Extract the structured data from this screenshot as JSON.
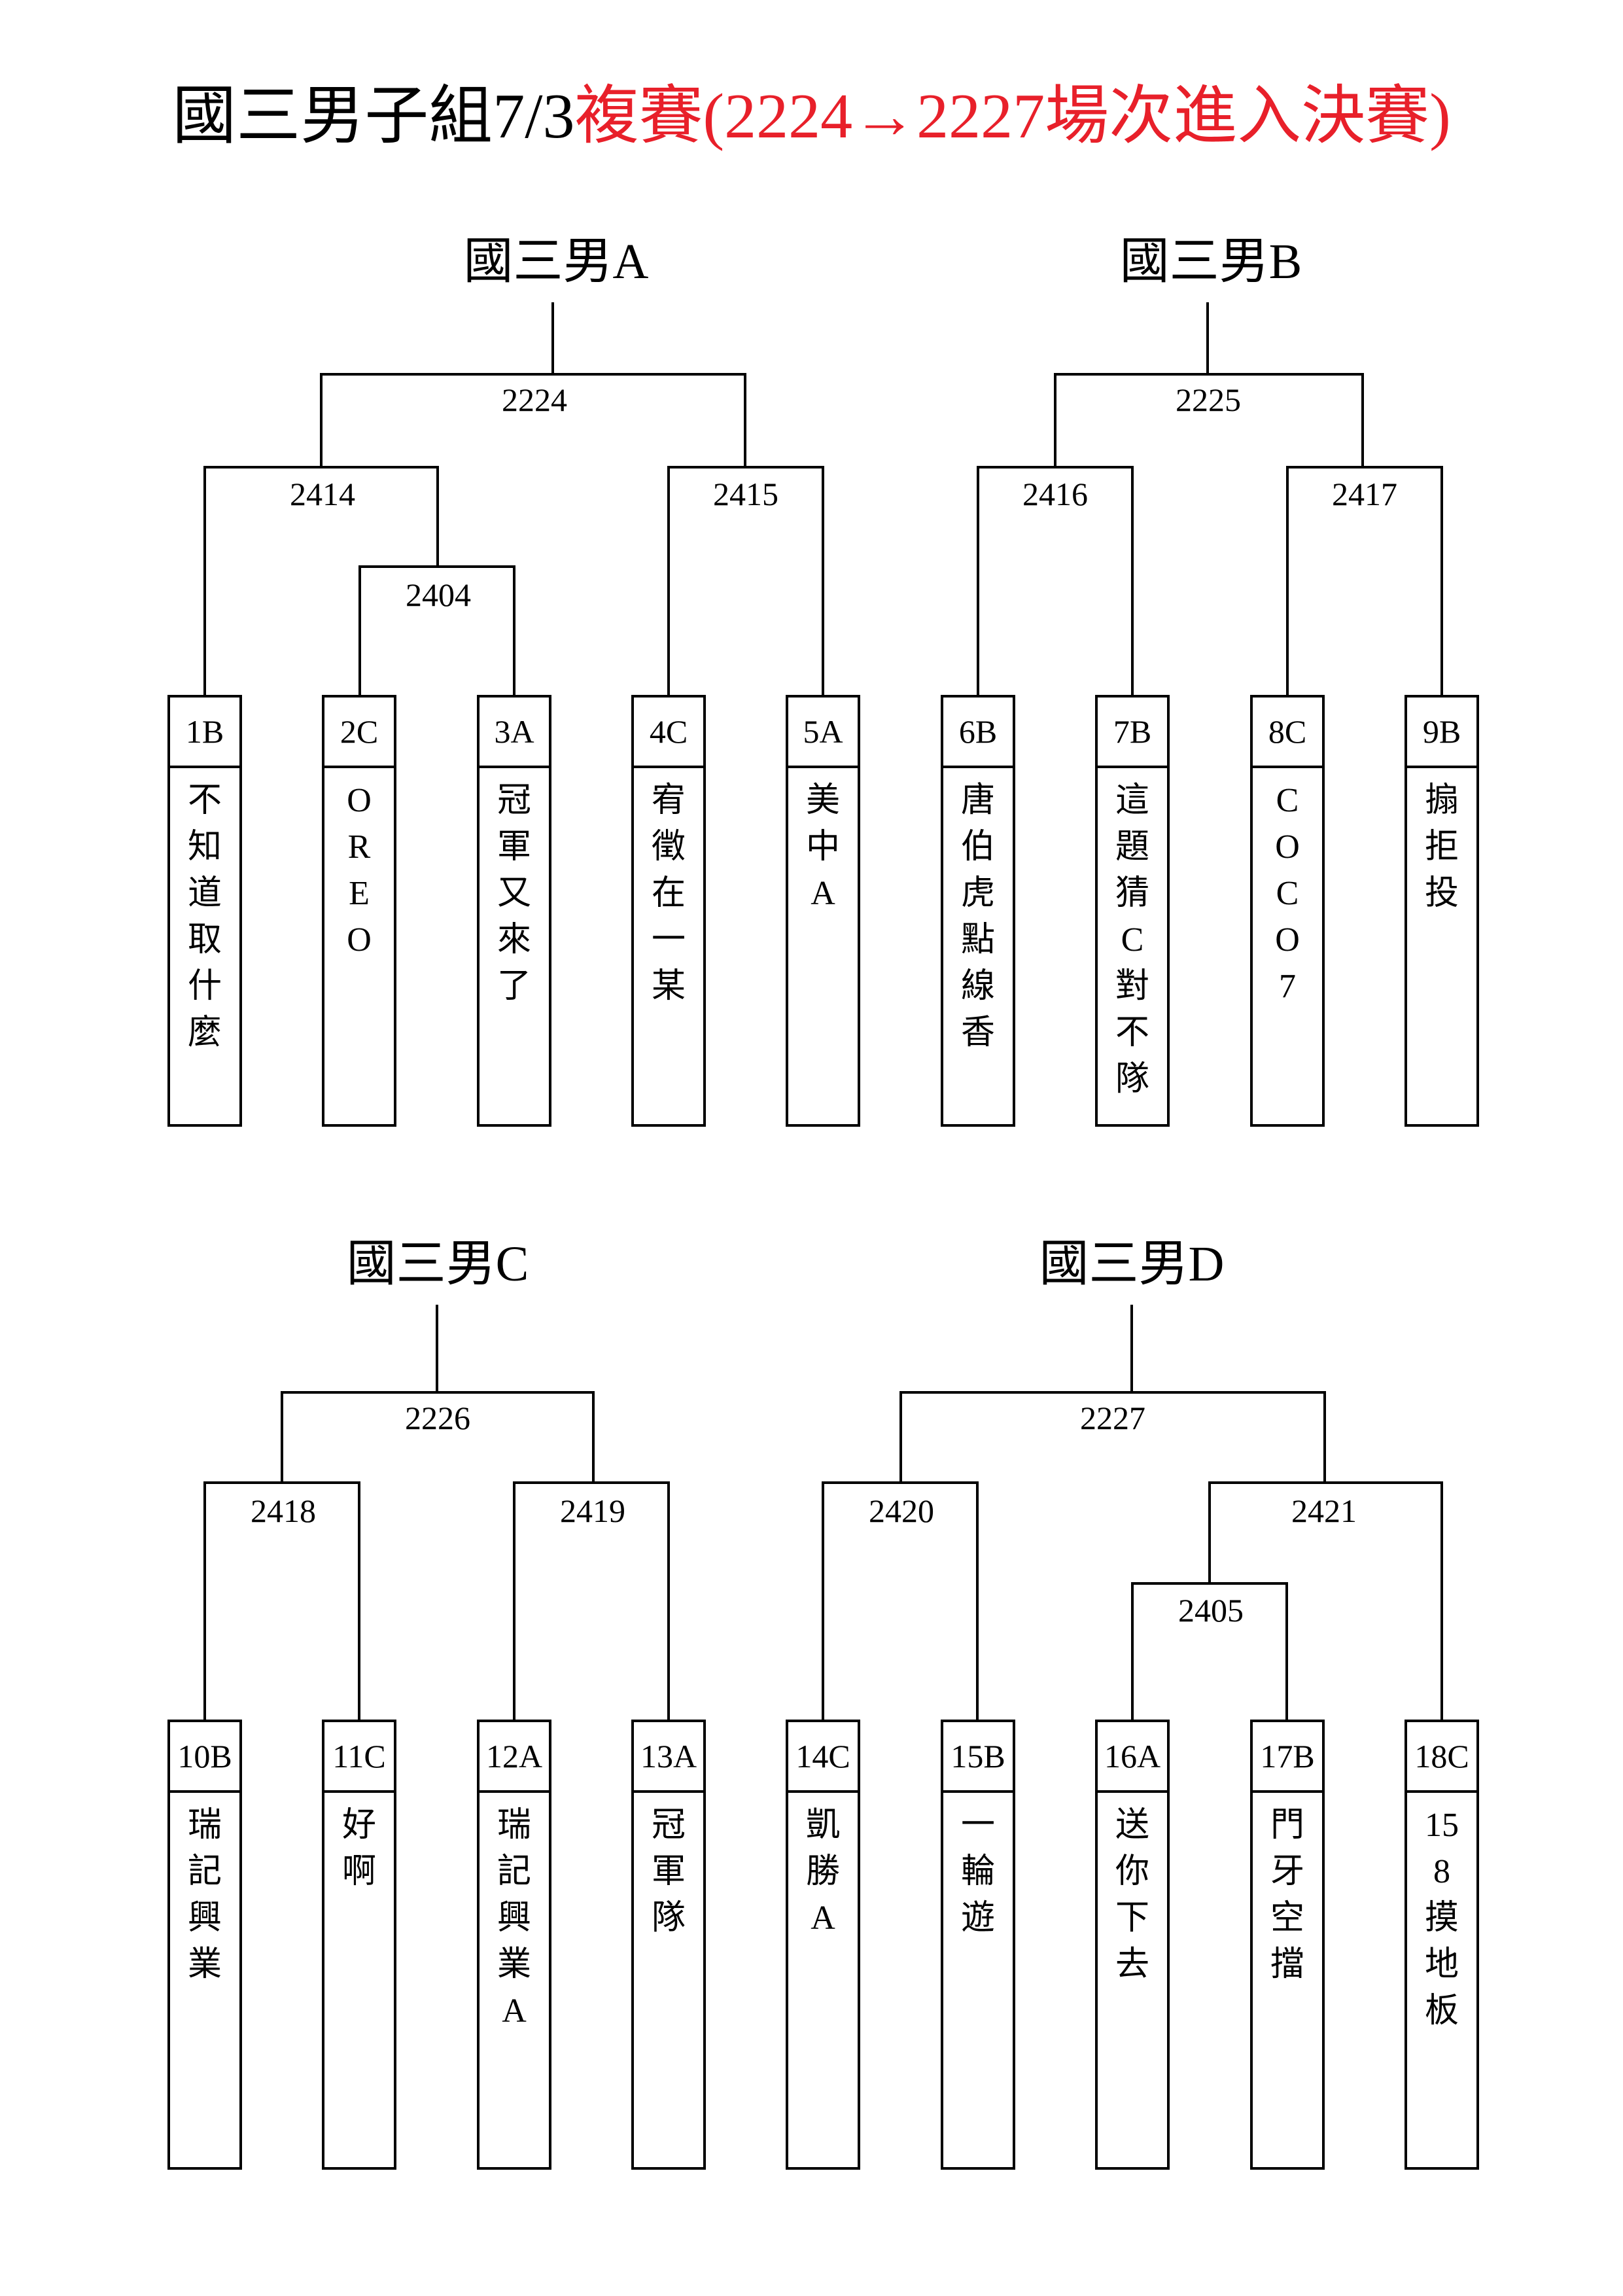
{
  "page_title": {
    "black": "國三男子組7/3",
    "red": "複賽(2224→2227場次進入決賽)"
  },
  "groups": [
    {
      "title": "國三男A"
    },
    {
      "title": "國三男B"
    },
    {
      "title": "國三男C"
    },
    {
      "title": "國三男D"
    }
  ],
  "matches": {
    "m2224": "2224",
    "m2414": "2414",
    "m2404": "2404",
    "m2415": "2415",
    "m2225": "2225",
    "m2416": "2416",
    "m2417": "2417",
    "m2226": "2226",
    "m2418": "2418",
    "m2419": "2419",
    "m2227": "2227",
    "m2420": "2420",
    "m2421": "2421",
    "m2405": "2405"
  },
  "teams": [
    {
      "seed": "1B",
      "name": "不知道取什麼"
    },
    {
      "seed": "2C",
      "name": "OREO"
    },
    {
      "seed": "3A",
      "name": "冠軍又來了"
    },
    {
      "seed": "4C",
      "name": "宥徵在一某"
    },
    {
      "seed": "5A",
      "name": "美中A"
    },
    {
      "seed": "6B",
      "name": "唐伯虎點線香"
    },
    {
      "seed": "7B",
      "name": "這題猜C對不隊"
    },
    {
      "seed": "8C",
      "name": "COCO7"
    },
    {
      "seed": "9B",
      "name": "搧拒投"
    },
    {
      "seed": "10B",
      "name": "瑞記興業"
    },
    {
      "seed": "11C",
      "name": "好啊"
    },
    {
      "seed": "12A",
      "name": "瑞記興業A"
    },
    {
      "seed": "13A",
      "name": "冠軍隊"
    },
    {
      "seed": "14C",
      "name": "凱勝A"
    },
    {
      "seed": "15B",
      "name": "一輪遊"
    },
    {
      "seed": "16A",
      "name": "送你下去"
    },
    {
      "seed": "17B",
      "name": "門牙空擋"
    },
    {
      "seed": "18C",
      "name": "158摸地板"
    }
  ]
}
